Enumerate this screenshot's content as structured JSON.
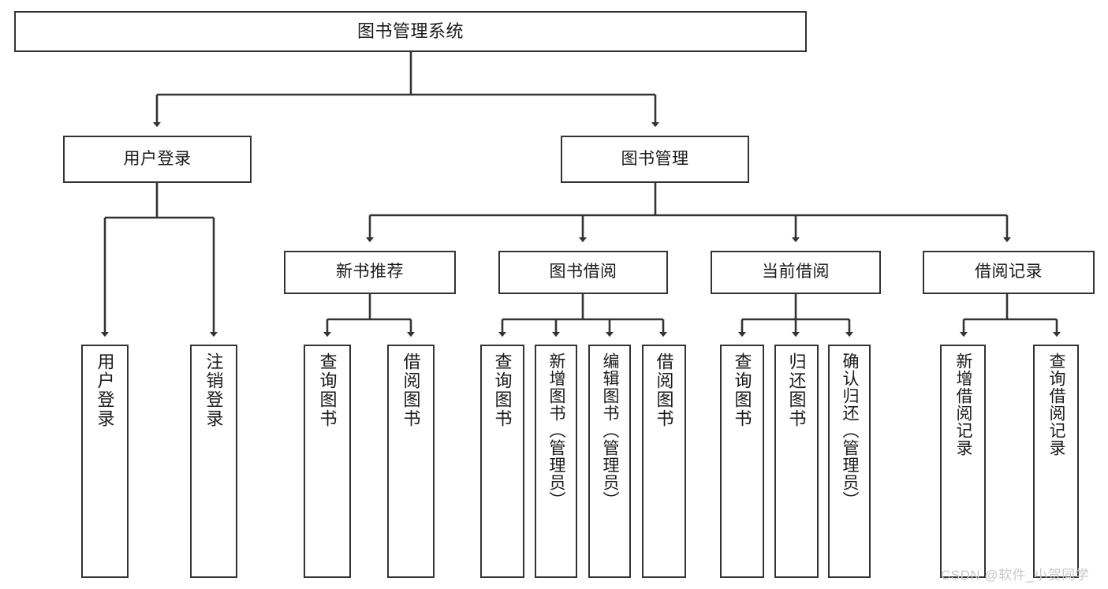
{
  "diagram": {
    "title": "图书管理系统",
    "type": "tree-hierarchy",
    "background": "#ffffff",
    "line_color": "#333333",
    "box_border_color": "#333333",
    "box_fill": "#ffffff"
  },
  "nodes": {
    "root": {
      "label": "图书管理系统"
    },
    "level1": [
      {
        "label": "用户登录"
      },
      {
        "label": "图书管理"
      }
    ],
    "level2": [
      {
        "label": "新书推荐"
      },
      {
        "label": "图书借阅"
      },
      {
        "label": "当前借阅"
      },
      {
        "label": "借阅记录"
      }
    ],
    "leaves": {
      "user_login": [
        {
          "label": "用户登录"
        },
        {
          "label": "注销登录"
        }
      ],
      "new_book_recommend": [
        {
          "label": "查询图书"
        },
        {
          "label": "借阅图书"
        }
      ],
      "book_borrow": [
        {
          "label": "查询图书"
        },
        {
          "label": "新增图书（管理员）"
        },
        {
          "label": "编辑图书（管理员）"
        },
        {
          "label": "借阅图书"
        }
      ],
      "current_borrow": [
        {
          "label": "查询图书"
        },
        {
          "label": "归还图书"
        },
        {
          "label": "确认归还（管理员）"
        }
      ],
      "borrow_record": [
        {
          "label": "新增借阅记录"
        },
        {
          "label": "查询借阅记录"
        }
      ]
    }
  },
  "watermark": {
    "text": "CSDN @软件_小贺同学"
  }
}
